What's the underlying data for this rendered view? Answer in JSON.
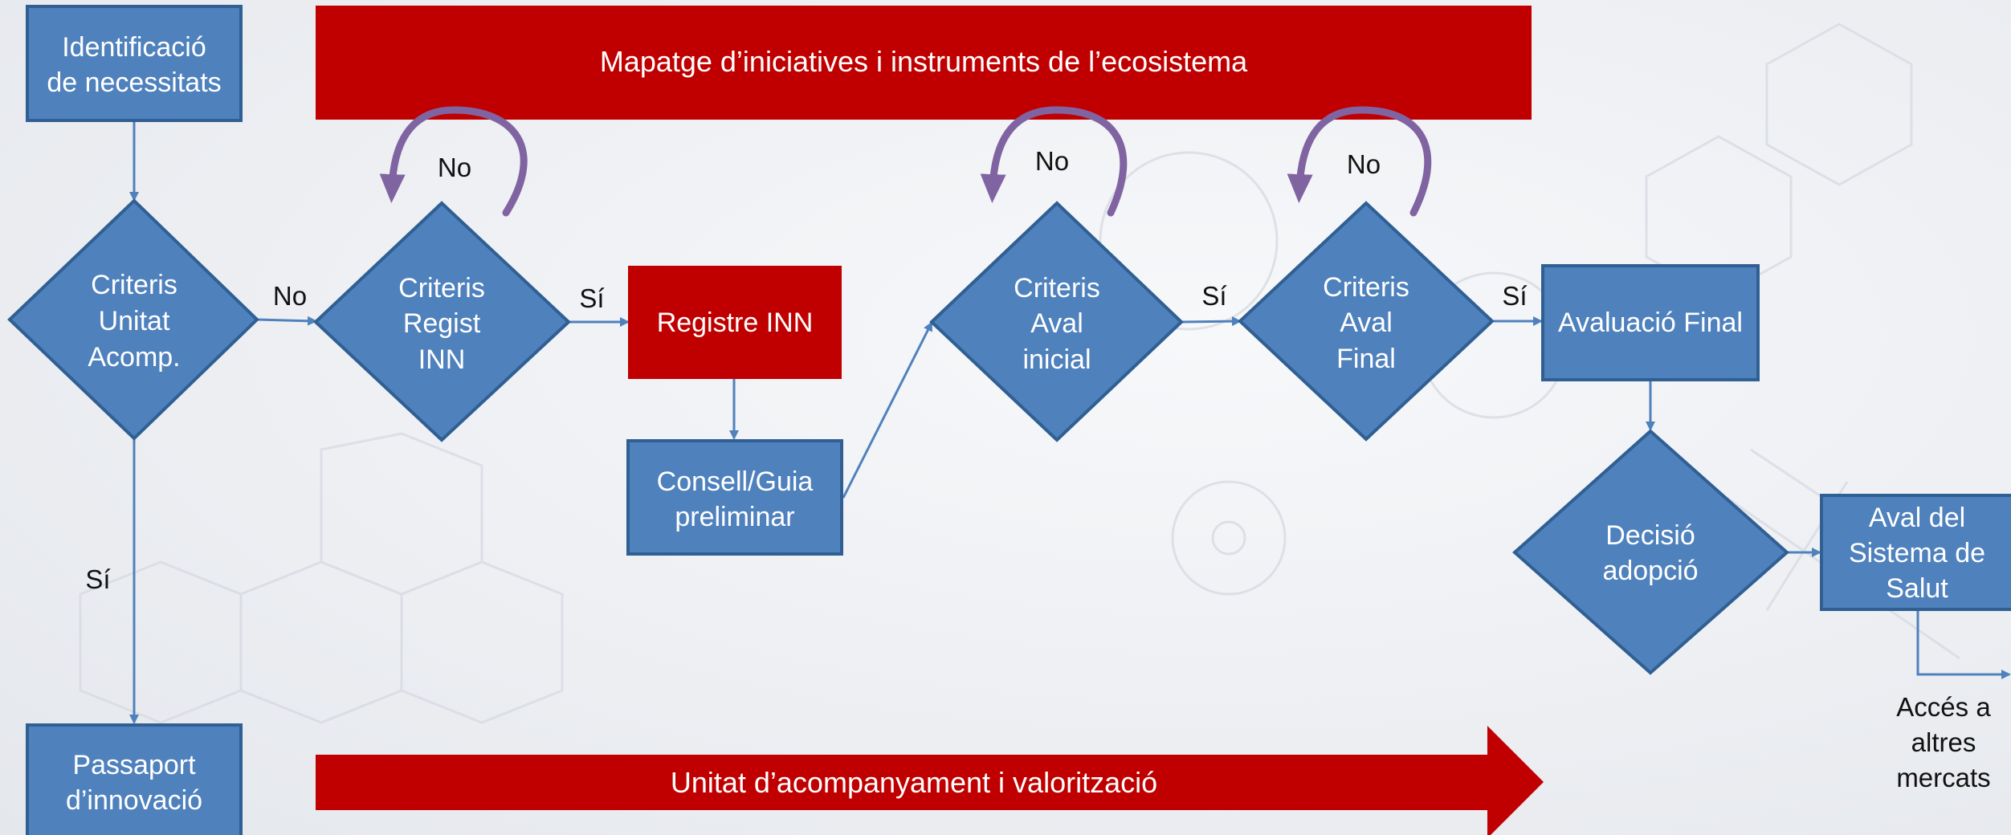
{
  "colors": {
    "box_fill": "#4f81bd",
    "box_stroke": "#2f5f93",
    "banner_red": "#c00000",
    "loop_purple": "#8064a2",
    "connector": "#4f81bd"
  },
  "banners": {
    "top": "Mapatge d’iniciatives i instruments de l’ecosistema",
    "bottom": "Unitat d’acompanyament i valorització"
  },
  "nodes": {
    "identificacio": [
      "Identificació",
      "de necessitats"
    ],
    "criteris_unitat": [
      "Criteris",
      "Unitat",
      "Acomp."
    ],
    "passaport": [
      "Passaport",
      "d’innovació"
    ],
    "criteris_regist": [
      "Criteris",
      "Regist",
      "INN"
    ],
    "registre_inn": [
      "Registre INN"
    ],
    "consell_guia": [
      "Consell/Guia",
      "preliminar"
    ],
    "criteris_aval_inicial": [
      "Criteris",
      "Aval",
      "inicial"
    ],
    "criteris_aval_final": [
      "Criteris",
      "Aval",
      "Final"
    ],
    "avaluacio_final": [
      "Avaluació Final"
    ],
    "decisio_adopcio": [
      "Decisió",
      "adopció"
    ],
    "aval_sistema": [
      "Aval del",
      "Sistema de",
      "Salut"
    ],
    "acces_mercats": [
      "Accés a",
      "altres",
      "mercats"
    ]
  },
  "edge_labels": {
    "unitat_no": "No",
    "unitat_si": "Sí",
    "regist_si": "Sí",
    "regist_loop_no": "No",
    "aval_inicial_si": "Sí",
    "aval_inicial_loop_no": "No",
    "aval_final_si": "Sí",
    "aval_final_loop_no": "No"
  }
}
